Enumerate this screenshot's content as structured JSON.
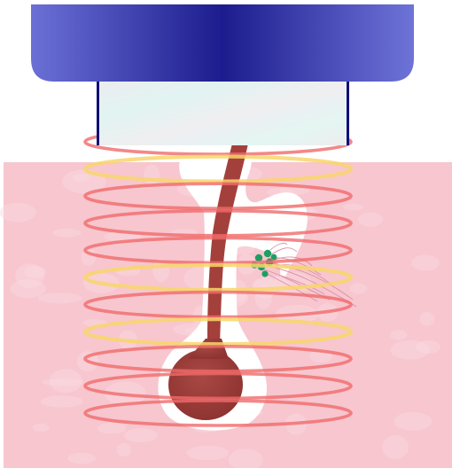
{
  "colors": {
    "background": "#ffffff",
    "skin": "#f7c6cf",
    "skin_texture": "#fbd9df",
    "device_handle_dark": "#1a1a8c",
    "device_handle_light": "#6e73d8",
    "device_tip_light": "#e8f4f2",
    "follicle_cavity": "#ffffff",
    "hair_shaft": "#a4403b",
    "hair_bulb": "#9e3a37",
    "energy_ring_red": "#f06a6a",
    "energy_ring_yellow": "#f8d66b",
    "sebaceous_gland_dots": "#1f9e63",
    "nerve_fibers": "#d98aa0"
  },
  "elements": {
    "device_handle": "handpiece-icon",
    "device_tip": "crystal-tip-icon",
    "skin": "skin-tissue",
    "follicle": "hair-follicle",
    "hair": "hair-shaft-icon",
    "bulb": "hair-bulb-icon",
    "gland": "sebaceous-gland-icon",
    "nerves": "nerve-endings-icon",
    "rings": "energy-rings"
  },
  "ring_count": 11,
  "yellow_ring_indices": [
    1,
    5,
    7
  ]
}
